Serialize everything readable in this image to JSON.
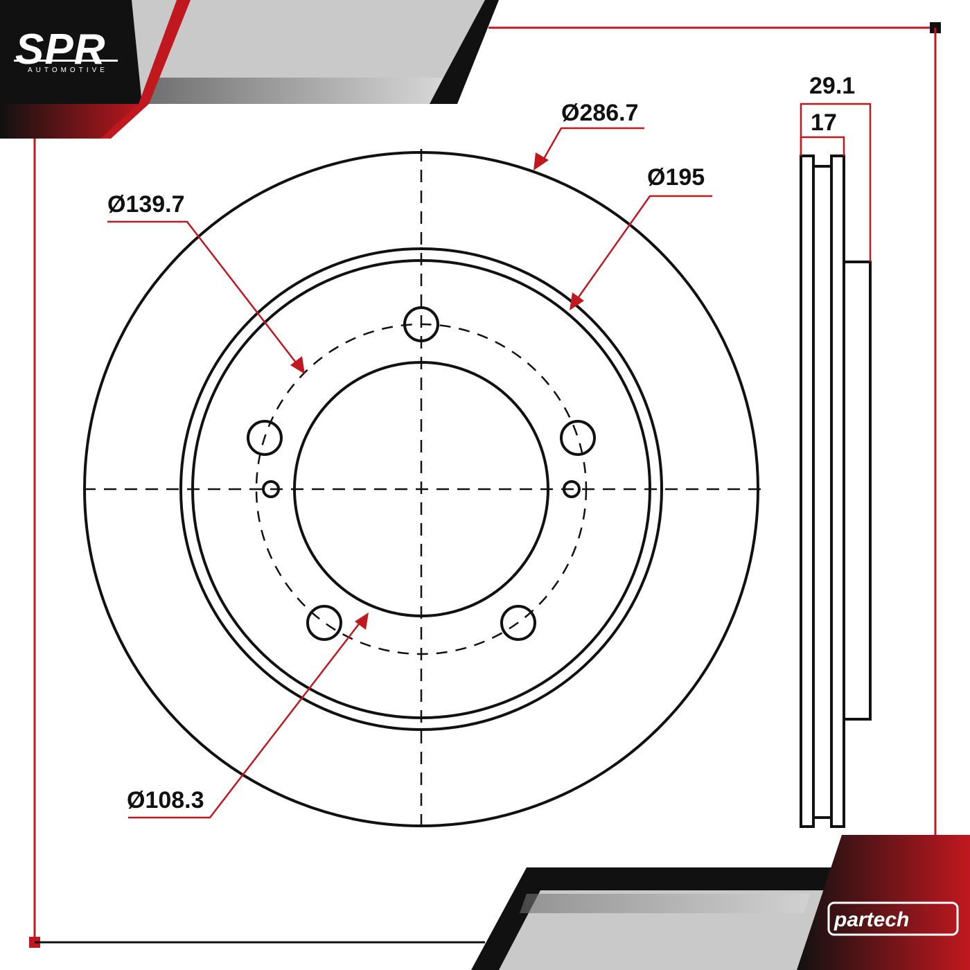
{
  "brand": {
    "logo_text": "SPR",
    "logo_subtext": "AUTOMOTIVE",
    "partner_logo_text": "partech"
  },
  "dimensions": {
    "outer_diameter": "Ø286.7",
    "hat_diameter": "Ø195",
    "bolt_circle_diameter": "Ø139.7",
    "center_bore_diameter": "Ø108.3",
    "overall_height": "29.1",
    "rotor_thickness": "17"
  },
  "colors": {
    "accent_red": "#c0181f",
    "dark_frame": "#111111",
    "frame_gray": "#c9c9c9",
    "line_black": "#111111"
  },
  "bolt_holes": 5
}
